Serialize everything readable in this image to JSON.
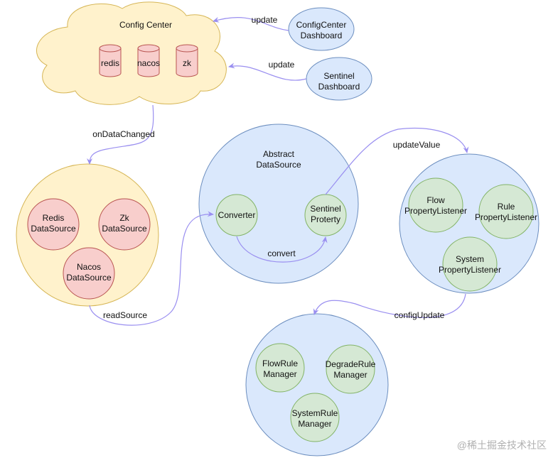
{
  "colors": {
    "yellow_fill": "#fff2cc",
    "yellow_stroke": "#d6b656",
    "blue_fill": "#dae8fc",
    "blue_stroke": "#6c8ebf",
    "green_fill": "#d5e8d4",
    "green_stroke": "#82b366",
    "red_fill": "#f8cecc",
    "red_stroke": "#b85450",
    "arrow": "#9a8ff0",
    "text": "#111111",
    "watermark": "#b0b0b0"
  },
  "config_center": {
    "title": "Config Center",
    "stores": [
      "redis",
      "nacos",
      "zk"
    ]
  },
  "dashboards": {
    "config_center": [
      "ConfigCenter",
      "Dashboard"
    ],
    "sentinel": [
      "Sentinel",
      "Dashboard"
    ]
  },
  "datasources": {
    "redis": [
      "Redis",
      "DataSource"
    ],
    "zk": [
      "Zk",
      "DataSource"
    ],
    "nacos": [
      "Nacos",
      "DataSource"
    ]
  },
  "abstract_datasource": {
    "title": [
      "Abstract",
      "DataSource"
    ],
    "converter": "Converter",
    "sentinel_property": [
      "Sentinel",
      "Proterty"
    ]
  },
  "listeners": {
    "flow": [
      "Flow",
      "PropertyListener"
    ],
    "rule": [
      "Rule",
      "PropertyListener"
    ],
    "system": [
      "System",
      "PropertyListener"
    ]
  },
  "managers": {
    "flow": [
      "FlowRule",
      "Manager"
    ],
    "degrade": [
      "DegradeRule",
      "Manager"
    ],
    "system": [
      "SystemRule",
      "Manager"
    ]
  },
  "edges": {
    "update_top": "update",
    "update_bottom": "update",
    "on_data_changed": "onDataChanged",
    "read_source": "readSource",
    "convert": "convert",
    "update_value": "updateValue",
    "config_update": "configUpdate"
  },
  "watermark": "@稀土掘金技术社区"
}
